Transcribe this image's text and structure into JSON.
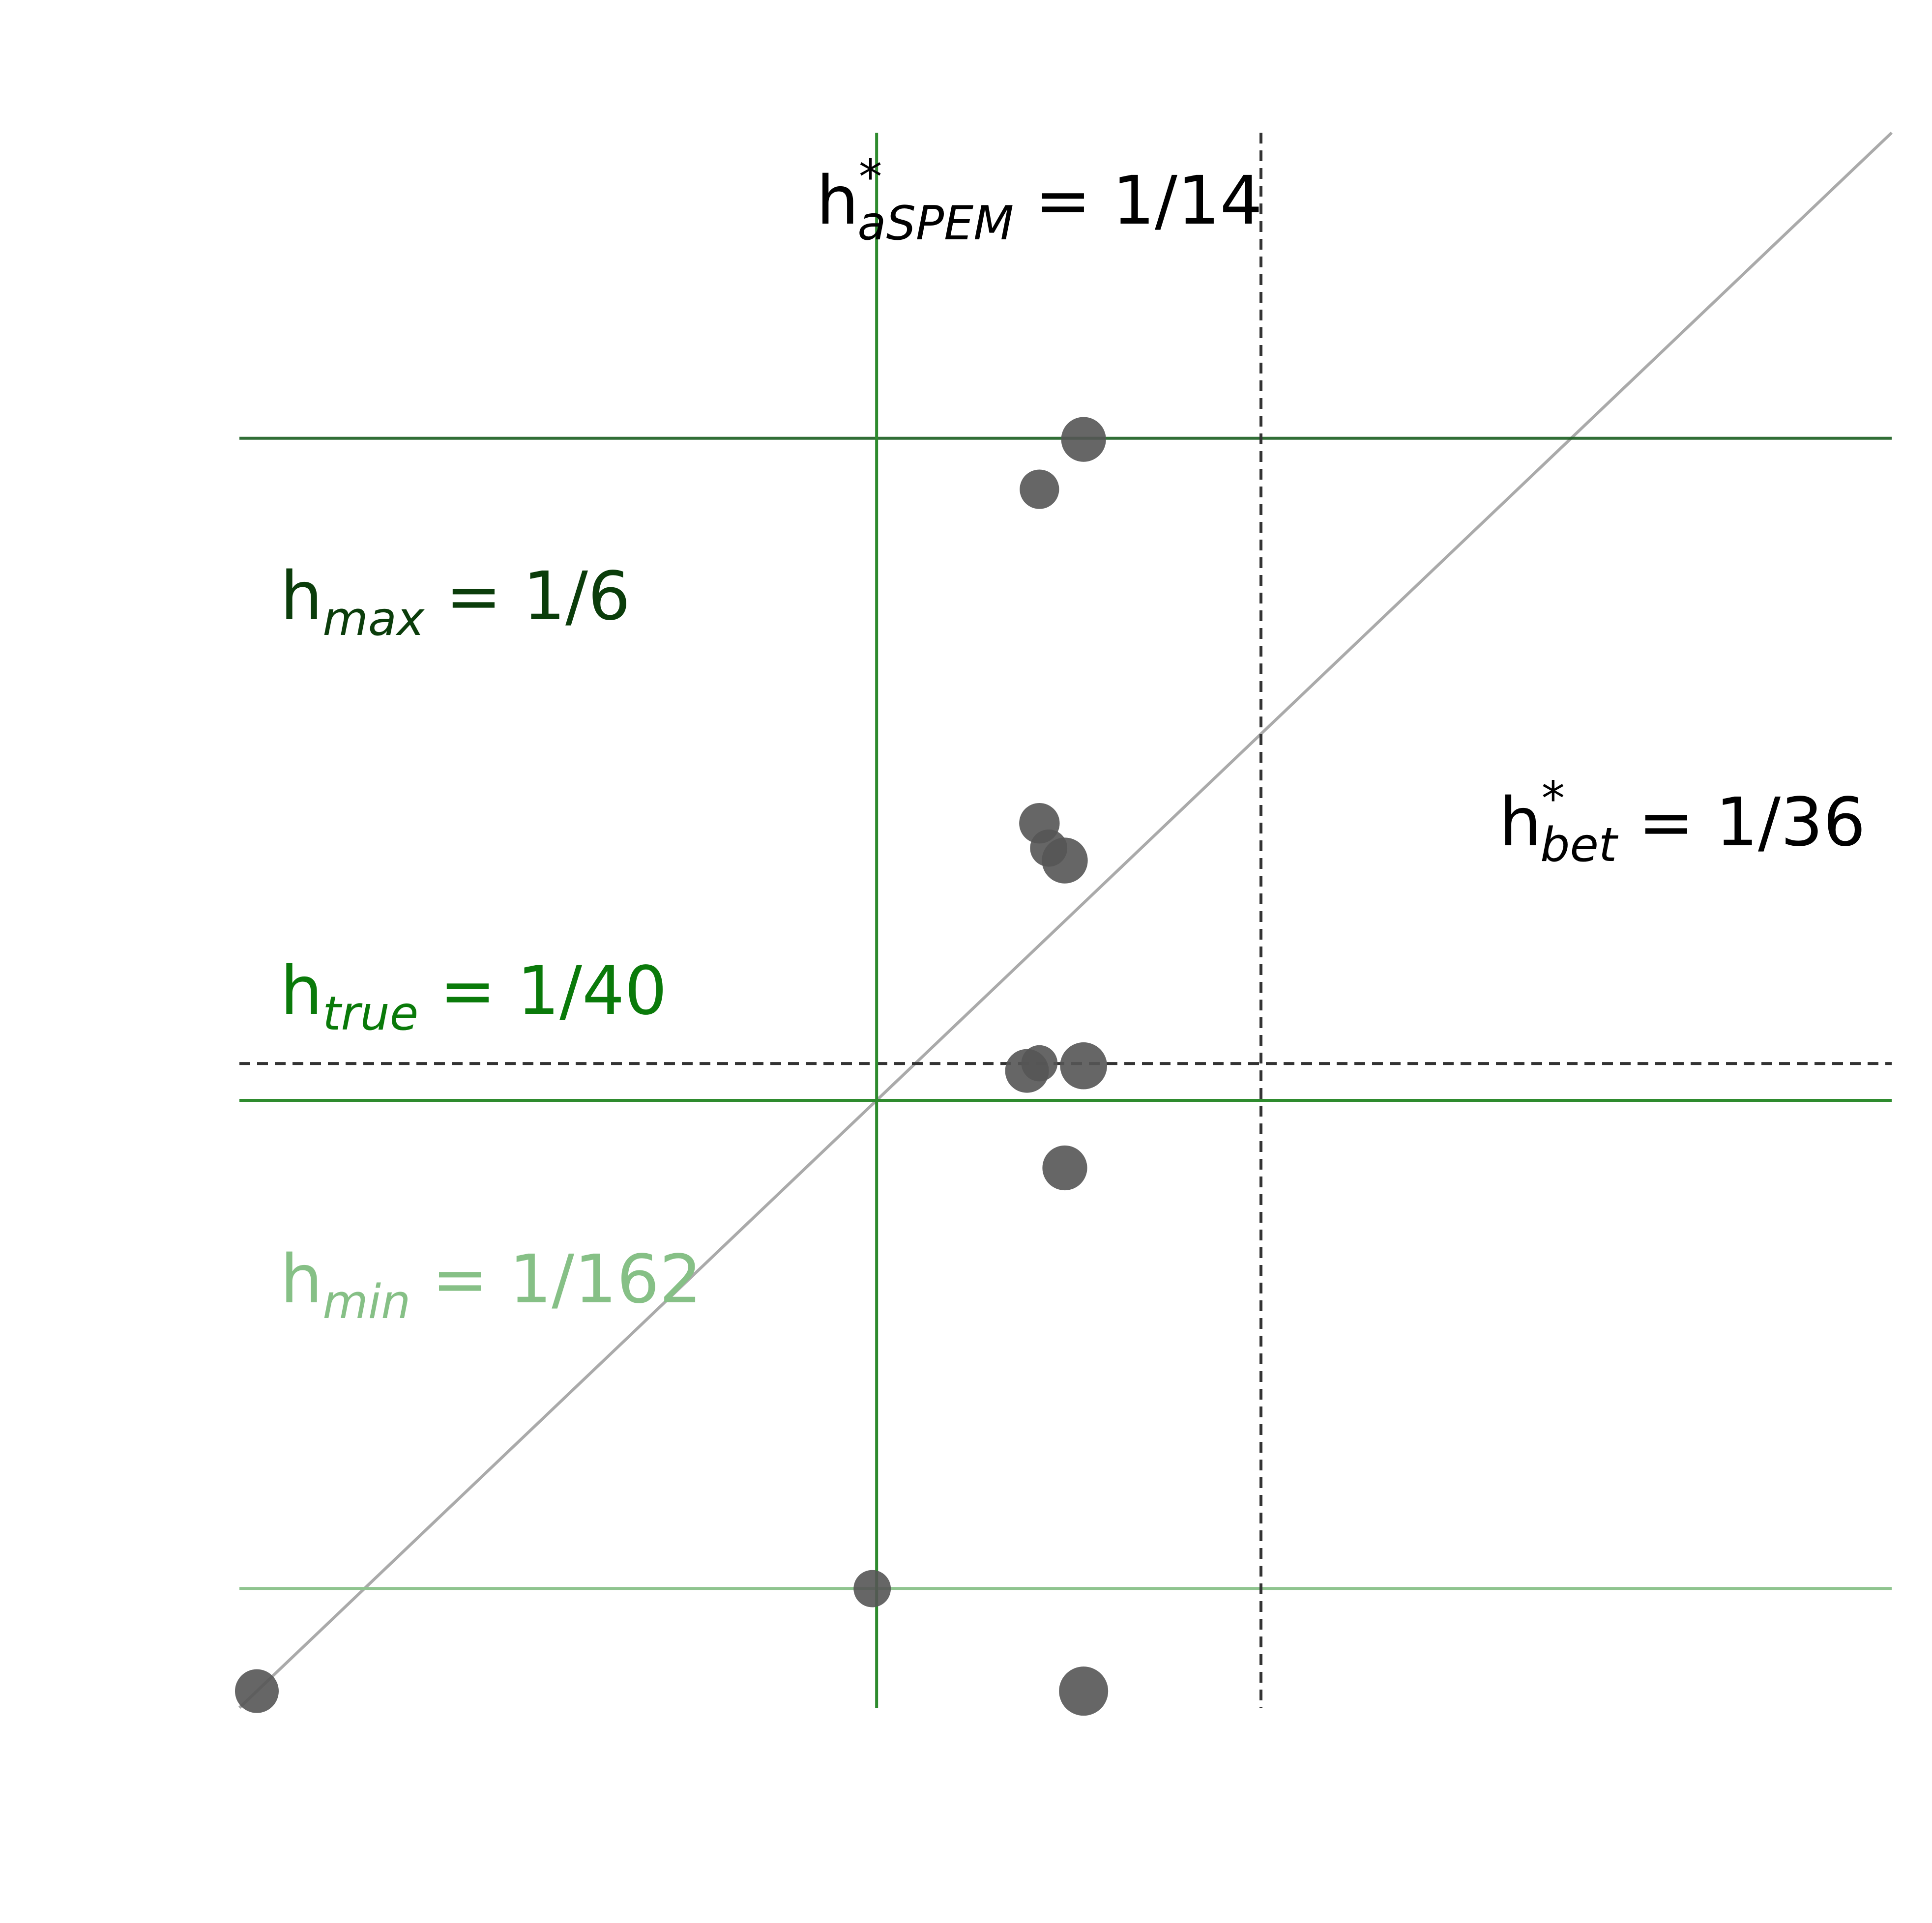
{
  "chart_data": {
    "type": "scatter",
    "x_scale": "log",
    "y_scale": "log",
    "xlim": [
      0.004386,
      0.4
    ],
    "ylim": [
      0.004386,
      0.4
    ],
    "axes_visible": false,
    "grid": false,
    "identity_line": {
      "from": [
        0.004386,
        0.004386
      ],
      "to": [
        0.4,
        0.4
      ],
      "color": "#aaaaaa"
    },
    "points": [
      {
        "x": 0.0046,
        "y": 0.0046,
        "size": 0.75
      },
      {
        "x": 0.0247,
        "y": 0.00617,
        "size": 0.45
      },
      {
        "x": 0.039,
        "y": 0.144,
        "size": 0.55
      },
      {
        "x": 0.039,
        "y": 0.0553,
        "size": 0.6
      },
      {
        "x": 0.04,
        "y": 0.0515,
        "size": 0.45
      },
      {
        "x": 0.0418,
        "y": 0.0497,
        "size": 0.85
      },
      {
        "x": 0.044,
        "y": 0.1661,
        "size": 0.8
      },
      {
        "x": 0.044,
        "y": 0.0276,
        "size": 0.9
      },
      {
        "x": 0.0418,
        "y": 0.0206,
        "size": 0.8
      },
      {
        "x": 0.0377,
        "y": 0.0272,
        "size": 0.75
      },
      {
        "x": 0.039,
        "y": 0.0278,
        "size": 0.4
      },
      {
        "x": 0.044,
        "y": 0.0046,
        "size": 1.0
      }
    ],
    "point_color": "#555555",
    "reference_lines": [
      {
        "orientation": "horizontal",
        "value": 0.16667,
        "color": "#1b5e20",
        "style": "solid",
        "label": "h",
        "subscript": "max",
        "label_suffix": " = 1/6",
        "opacity": 0.9
      },
      {
        "orientation": "horizontal",
        "value": 0.025,
        "color": "#2e8b2e",
        "style": "solid",
        "label": "h",
        "subscript": "true",
        "label_suffix": " = 1/40",
        "opacity": 1
      },
      {
        "orientation": "horizontal",
        "value": 0.006173,
        "color": "#8fc48f",
        "style": "solid",
        "label": "h",
        "subscript": "min",
        "label_suffix": " = 1/162",
        "opacity": 1
      },
      {
        "orientation": "horizontal",
        "value": 0.027778,
        "color": "#333333",
        "style": "dashed",
        "label": "h",
        "superscript": "*",
        "subscript": "bet",
        "label_suffix": " = 1/36"
      },
      {
        "orientation": "vertical",
        "value": 0.025,
        "color": "#2e8b2e",
        "style": "solid"
      },
      {
        "orientation": "vertical",
        "value": 0.071429,
        "color": "#333333",
        "style": "dashed",
        "label": "h",
        "superscript": "*",
        "subscript": "aSPEM",
        "label_suffix": " = 1/14"
      }
    ],
    "label_colors": {
      "max": "#0b3d0b",
      "true": "#0a7a0a",
      "min": "#86c086",
      "black": "#000000"
    }
  }
}
